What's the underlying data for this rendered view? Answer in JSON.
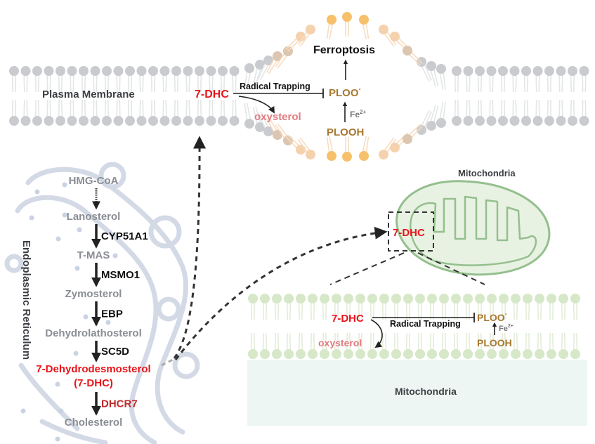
{
  "colors": {
    "red": "#e8141a",
    "dark_red": "#c0282a",
    "pink": "#e27a80",
    "gold": "#a8782f",
    "grey_text": "#8a8e94",
    "dark_text": "#3c3f44",
    "black": "#111111",
    "lipid_grey": "#c9cbcf",
    "lipid_orange": "#f7c06a",
    "lipid_tan": "#dcc6b0",
    "lipid_green": "#d6e8c8",
    "mito_fill": "#e9f2e4",
    "mito_stroke": "#93bf8c",
    "mito_box": "#edf6f2",
    "er_stroke": "#c9d3e3"
  },
  "plasma_membrane": {
    "label": "Plasma Membrane",
    "dhc": "7-DHC",
    "radical_trapping": "Radical Trapping",
    "ploo": "PLOO",
    "ploo_dot": "·",
    "plooh": "PLOOH",
    "fe": "Fe",
    "fe_charge": "2+",
    "oxysterol": "oxysterol",
    "ferroptosis": "Ferroptosis"
  },
  "er": {
    "label": "Endoplasmic Reticulum",
    "pathway": [
      {
        "metabolite": "HMG-CoA",
        "style": "grey"
      },
      {
        "metabolite": "Lanosterol",
        "style": "grey",
        "enzyme_above": "",
        "multi_step": true
      },
      {
        "metabolite": "T-MAS",
        "style": "grey",
        "enzyme_above": "CYP51A1"
      },
      {
        "metabolite": "Zymosterol",
        "style": "grey",
        "enzyme_above": "MSMO1"
      },
      {
        "metabolite": "Dehydrolathosterol",
        "style": "grey",
        "enzyme_above": "EBP"
      },
      {
        "metabolite": "7-Dehydrodesmosterol",
        "subtitle": "(7-DHC)",
        "style": "red",
        "enzyme_above": "SC5D"
      },
      {
        "metabolite": "Cholesterol",
        "style": "grey",
        "enzyme_above": "DHCR7",
        "enzyme_style": "dark_red"
      }
    ]
  },
  "mitochondria": {
    "title": "Mitochondria",
    "dhc": "7-DHC",
    "inset_dhc": "7-DHC",
    "inset_radical_trapping": "Radical Trapping",
    "inset_ploo": "PLOO",
    "inset_ploo_dot": "·",
    "inset_plooh": "PLOOH",
    "inset_fe": "Fe",
    "inset_fe_charge": "2+",
    "inset_oxysterol": "oxysterol",
    "matrix_label": "Mitochondria"
  }
}
